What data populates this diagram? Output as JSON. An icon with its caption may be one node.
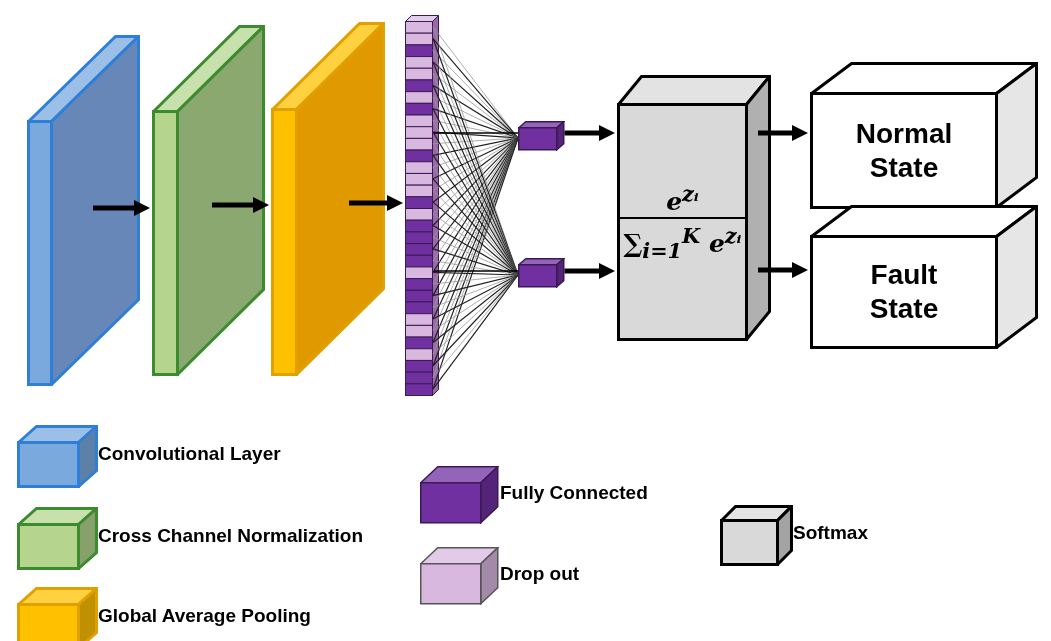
{
  "diagram": {
    "nodes": [
      {
        "text": [],
        "shape": "box"
      },
      {
        "text": [],
        "shape": "box"
      },
      {
        "text": [],
        "shape": "box"
      },
      {
        "text": [],
        "shape": "bar"
      },
      {
        "text": [],
        "shape": "box"
      },
      {
        "text": [],
        "shape": "box"
      },
      {
        "text": [
          "e$^{zᵢ}$",
          "∑$_{i=1}$$^{K}$ e$^{zᵢ}$"
        ]
      },
      {
        "text": [
          "Normal State"
        ]
      },
      {
        "text": [
          "Fault State"
        ]
      }
    ],
    "edges": [
      {
        "from": 0,
        "to": 1,
        "arrow": "to"
      },
      {
        "from": 1,
        "to": 2,
        "arrow": "to"
      },
      {
        "from": 2,
        "to": 3,
        "arrow": "to"
      },
      {
        "from": 3,
        "to": 4,
        "arrow": "none"
      },
      {
        "from": 3,
        "to": 5,
        "arrow": "none"
      },
      {
        "from": 4,
        "to": 6,
        "arrow": "to"
      },
      {
        "from": 5,
        "to": 6,
        "arrow": "to"
      },
      {
        "from": 6,
        "to": 7,
        "arrow": "to"
      },
      {
        "from": 6,
        "to": 8,
        "arrow": "to"
      }
    ],
    "legend": [
      {
        "text": "Convolutional Layer",
        "color": "#7aaadd"
      },
      {
        "text": "Cross Channel Normalization",
        "color": "#b5d58f"
      },
      {
        "text": "Global Average Pooling",
        "color": "#ffc000"
      },
      {
        "text": "Fully Connected",
        "color": "#7030a0"
      },
      {
        "text": "Drop out",
        "color": "#d9b8e0"
      },
      {
        "text": "Softmax",
        "color": "#d9d9d9"
      }
    ]
  }
}
